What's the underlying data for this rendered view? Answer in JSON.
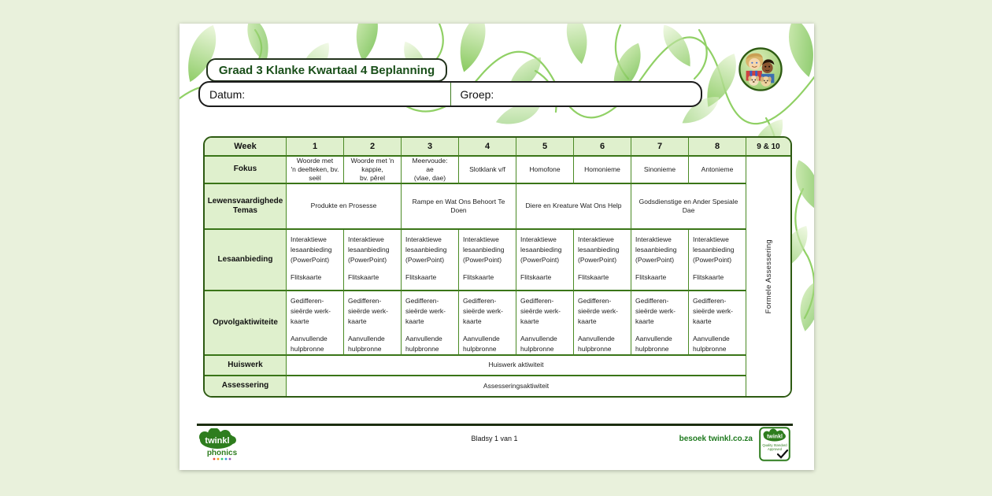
{
  "header": {
    "title": "Graad 3 Klanke Kwartaal 4 Beplanning",
    "datum_label": "Datum:",
    "groep_label": "Groep:"
  },
  "table": {
    "week_label": "Week",
    "weeks": [
      "1",
      "2",
      "3",
      "4",
      "5",
      "6",
      "7",
      "8"
    ],
    "weeks_final": "9 & 10",
    "row_labels": {
      "fokus": "Fokus",
      "temas": "Lewensvaardighede Temas",
      "lesaanbieding": "Lesaanbieding",
      "opvolg": "Opvolgaktiwiteite",
      "huiswerk": "Huiswerk",
      "assessering": "Assessering"
    },
    "fokus_cells": [
      "Woorde met\n'n deelteken, bv.\nseël",
      "Woorde met 'n\nkappie,\nbv. pêrel",
      "Meervoude:\nae\n(vlae, dae)",
      "Slotklank v/f",
      "Homofone",
      "Homonieme",
      "Sinonieme",
      "Antonieme"
    ],
    "temas_cells": [
      "Produkte en Prosesse",
      "Rampe en Wat Ons Behoort Te Doen",
      "Diere en Kreature Wat Ons Help",
      "Godsdienstige en Ander Spesiale Dae"
    ],
    "lesaanbieding_cell": {
      "line1": "Interaktiewe lesaanbieding (PowerPoint)",
      "line2": "Flitskaarte"
    },
    "opvolg_cell": {
      "line1": "Gedifferen-\nsieërde werk-\nkaarte",
      "line2": "Aanvullende hulpbronne"
    },
    "huiswerk_cell": "Huiswerk aktiwiteit",
    "assessering_cell": "Assesseringsaktiwiteit",
    "formele_assessering": "Formele Assessering"
  },
  "footer": {
    "page_number": "Bladsy 1 van 1",
    "visit_text": "besoek twinkl.co.za",
    "brand": "twinkl",
    "brand_sub": "phonics",
    "badge_brand": "twinkl",
    "badge_line1": "Quality Standard",
    "badge_line2": "Approved"
  },
  "colors": {
    "accent_green": "#2e7d1e",
    "table_border_green": "#2d5a12",
    "cell_bg_green": "#dff0cd",
    "page_bg": "#e9f1dc",
    "title_green": "#1a4f1a"
  }
}
